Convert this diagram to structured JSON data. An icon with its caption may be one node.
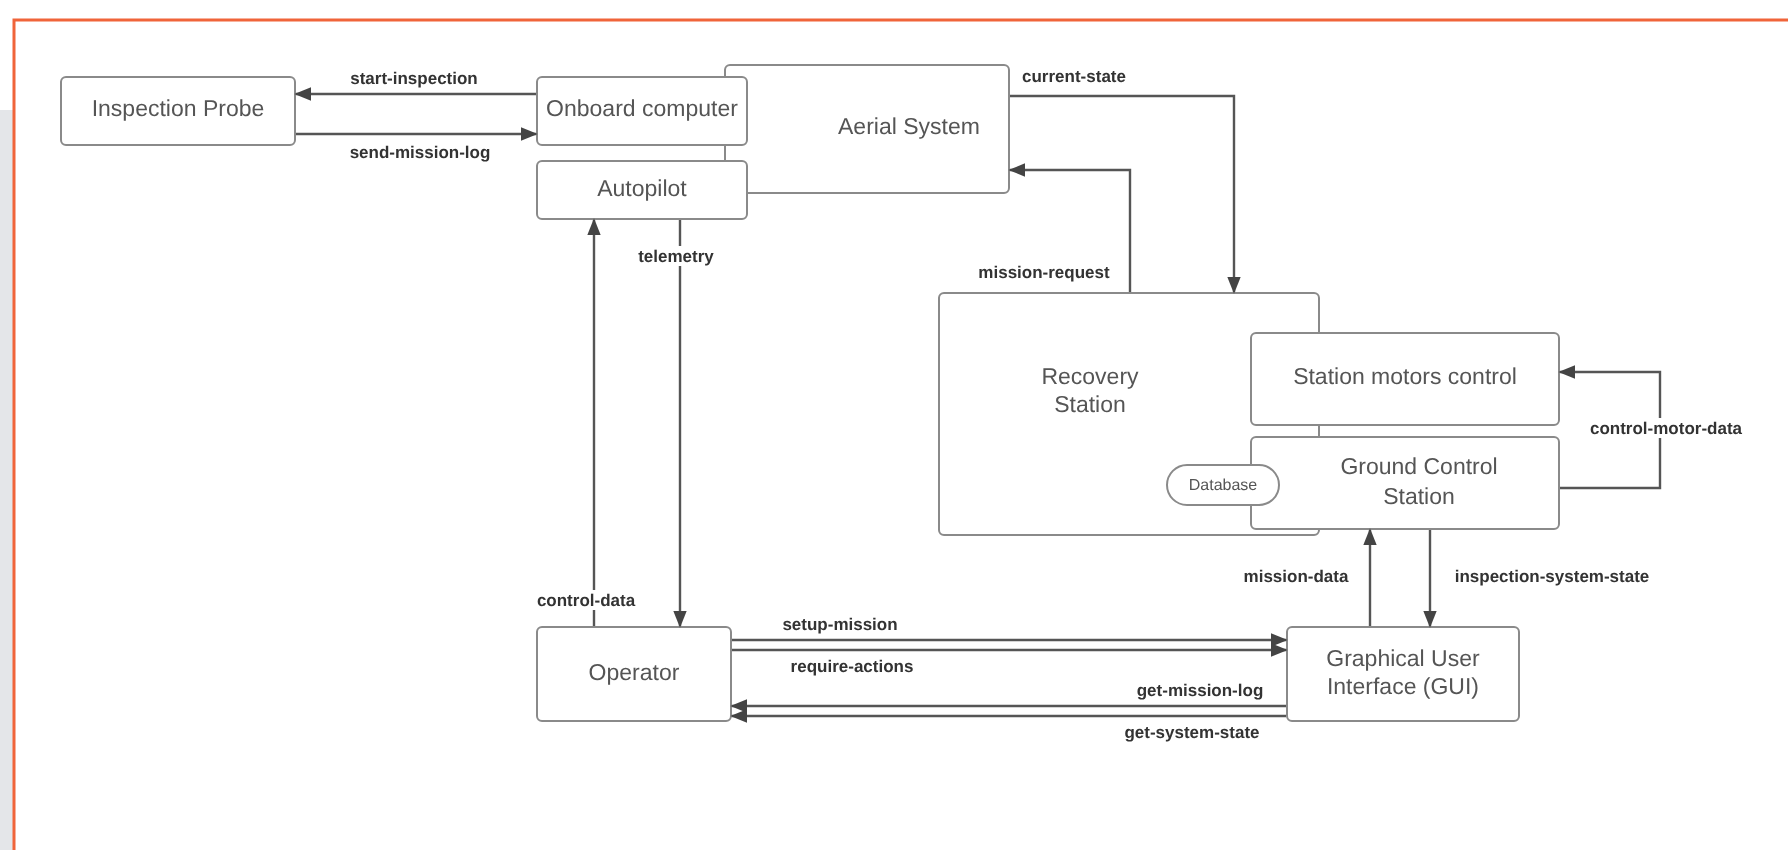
{
  "diagram": {
    "nodes": [
      {
        "text": [
          "Inspection Probe"
        ]
      },
      {
        "text": [
          "Onboard computer"
        ]
      },
      {
        "text": [
          "Autopilot"
        ]
      },
      {
        "text": [
          "Aerial System"
        ]
      },
      {
        "text": [
          "Recovery Station"
        ]
      },
      {
        "text": [
          "Station motors control"
        ]
      },
      {
        "text": [
          "Database"
        ],
        "in": 4
      },
      {
        "text": [
          "Ground Control Station"
        ]
      },
      {
        "text": [
          "Operator"
        ]
      },
      {
        "text": [
          "Graphical User Interface (GUI)"
        ]
      }
    ],
    "edges": [
      {
        "from": 1,
        "to": 0,
        "arrow": "to",
        "label": "start-inspection"
      },
      {
        "from": 0,
        "to": 1,
        "arrow": "to",
        "label": "send-mission-log"
      },
      {
        "from": 3,
        "to": 4,
        "arrow": "to",
        "label": "current-state"
      },
      {
        "from": 4,
        "to": 3,
        "arrow": "to",
        "label": "mission-request"
      },
      {
        "from": 2,
        "to": 8,
        "arrow": "to",
        "label": "telemetry"
      },
      {
        "from": 8,
        "to": 2,
        "arrow": "to",
        "label": "control-data"
      },
      {
        "from": 7,
        "to": 5,
        "arrow": "to",
        "label": "control-motor-data"
      },
      {
        "from": 9,
        "to": 7,
        "arrow": "to",
        "label": "mission-data"
      },
      {
        "from": 7,
        "to": 9,
        "arrow": "to",
        "label": "inspection-system-state"
      },
      {
        "from": 8,
        "to": 9,
        "arrow": "to",
        "label": "setup-mission"
      },
      {
        "from": 8,
        "to": 9,
        "arrow": "to",
        "label": "require-actions"
      },
      {
        "from": 9,
        "to": 8,
        "arrow": "to",
        "label": "get-mission-log"
      },
      {
        "from": 9,
        "to": 8,
        "arrow": "to",
        "label": "get-system-state"
      }
    ]
  }
}
